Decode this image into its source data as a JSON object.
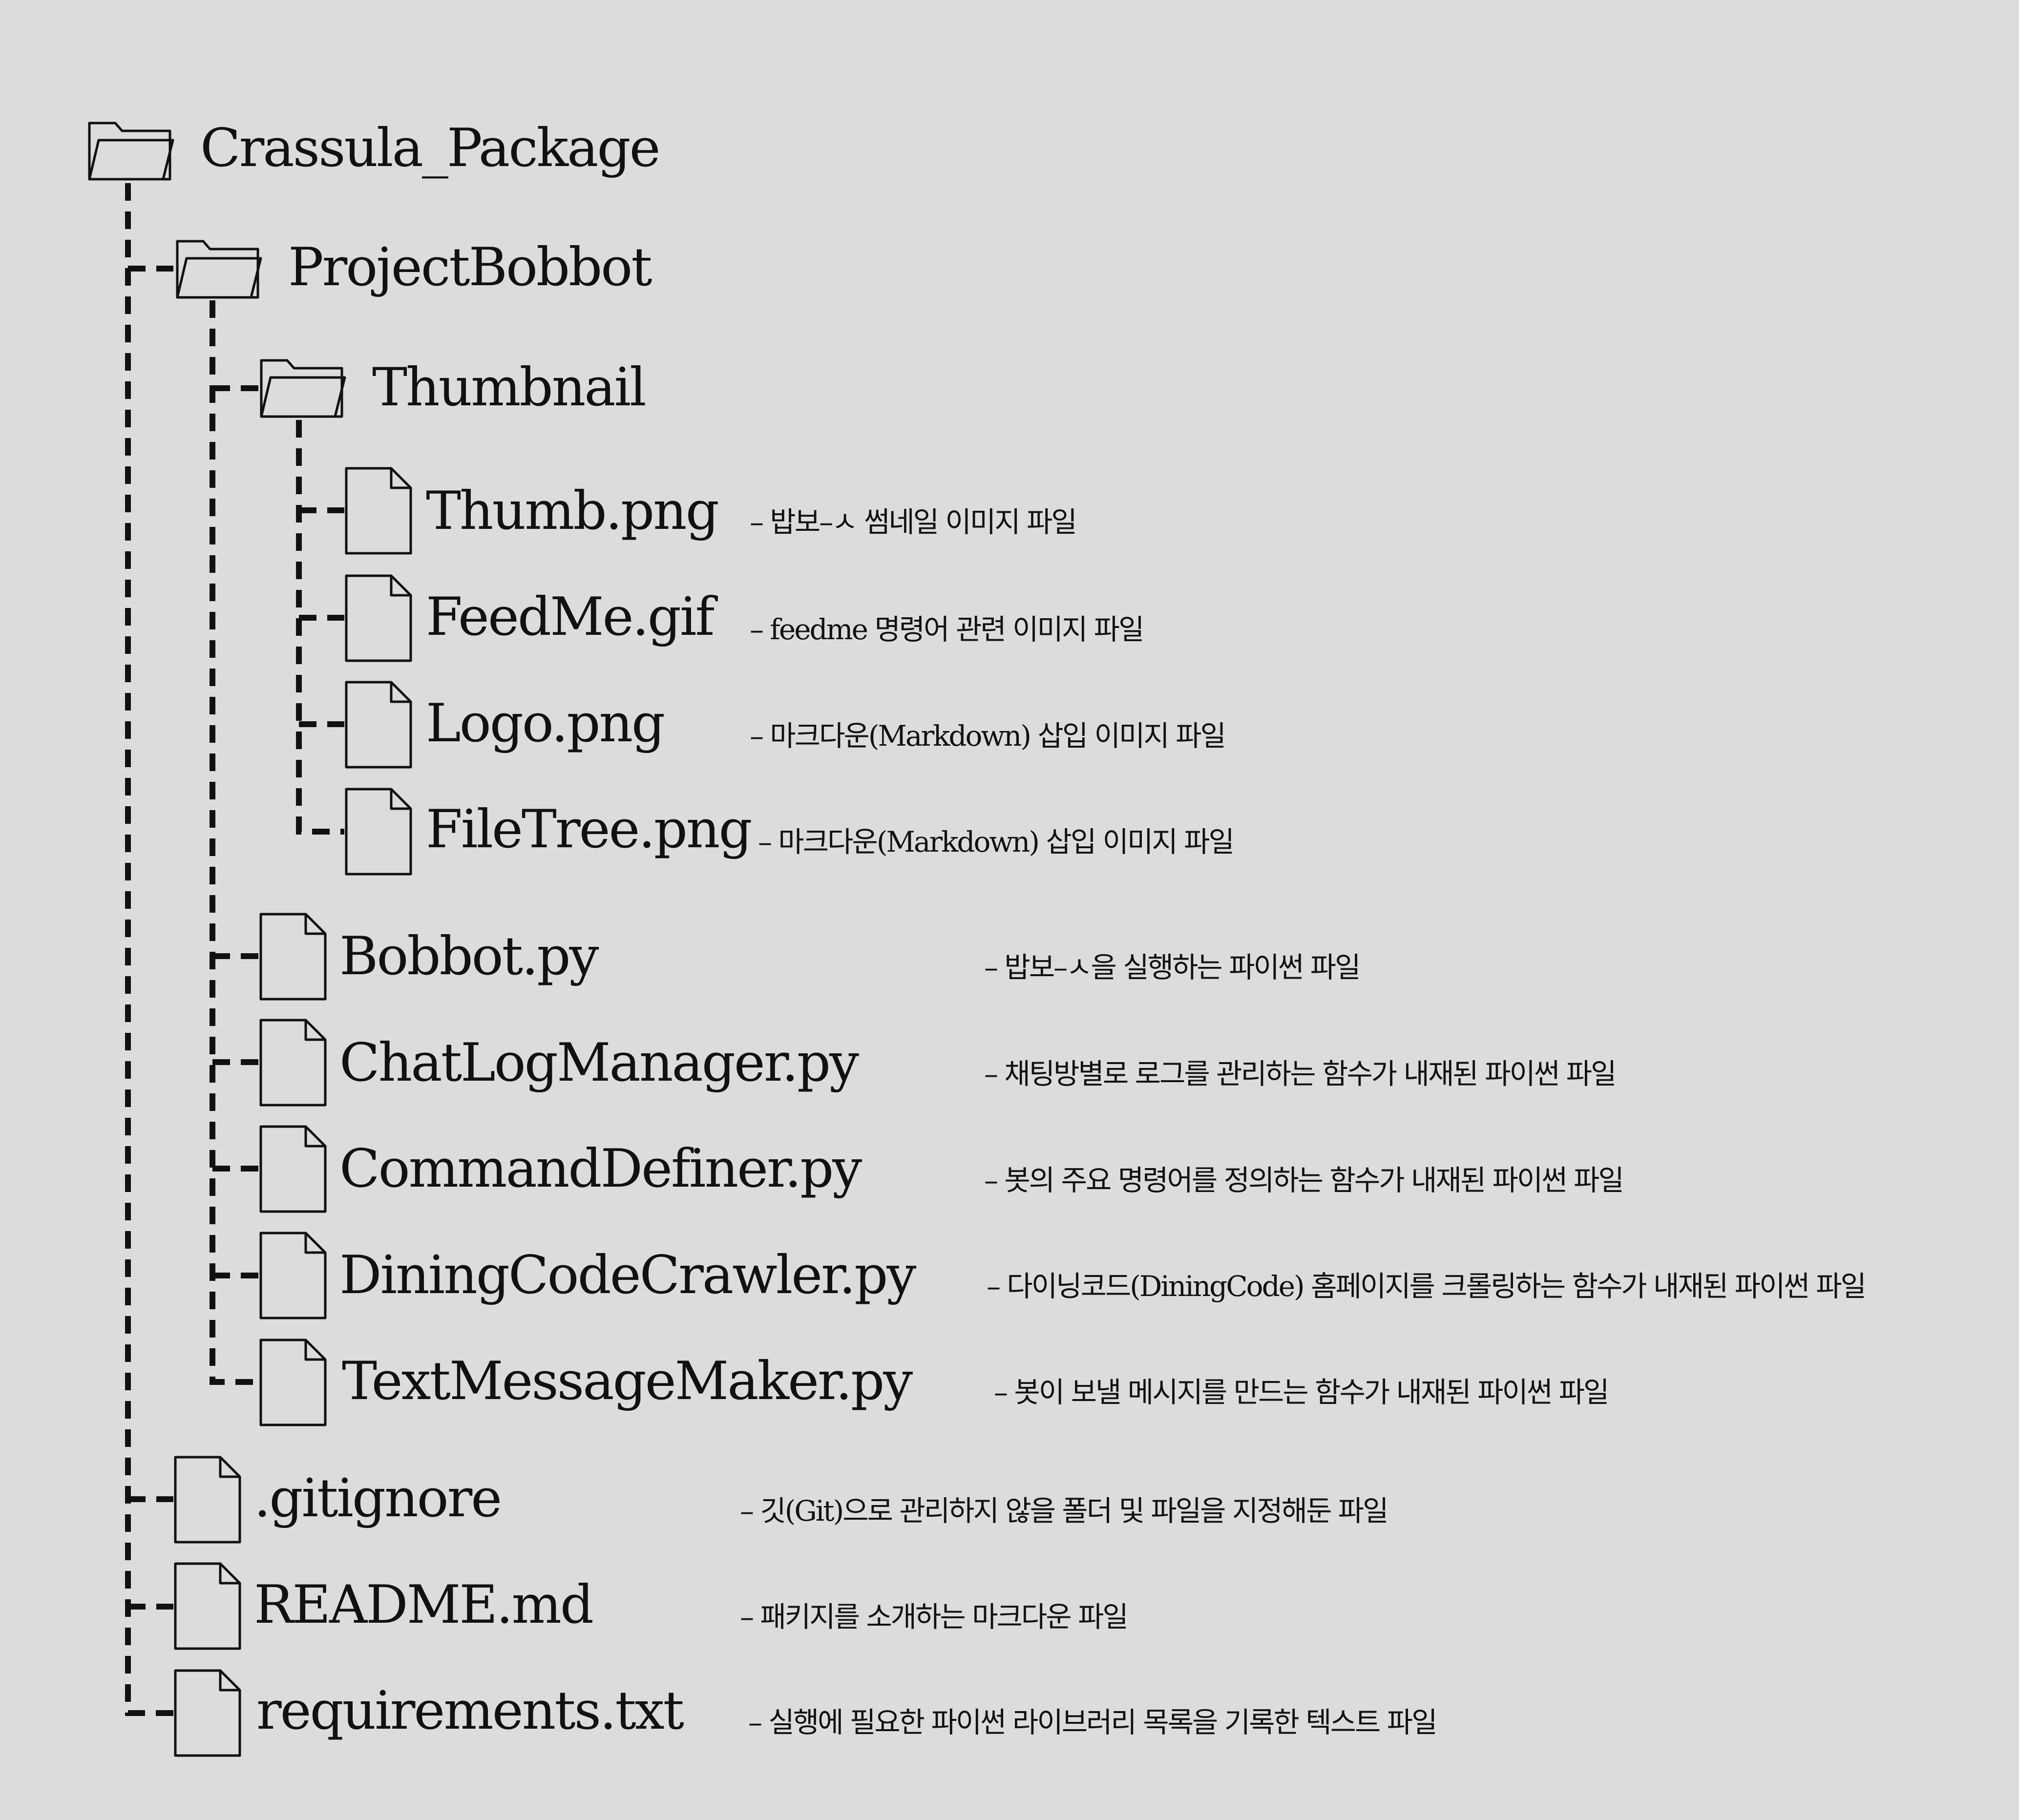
{
  "tree": {
    "root": {
      "name": "Crassula_Package"
    },
    "project": {
      "name": "ProjectBobbot"
    },
    "thumbnail": {
      "name": "Thumbnail"
    },
    "thumb_png": {
      "name": "Thumb.png",
      "desc": "– 밥보–ㅅ 썸네일 이미지 파일"
    },
    "feedme_gif": {
      "name": "FeedMe.gif",
      "desc": "– feedme 명령어 관련 이미지 파일"
    },
    "logo_png": {
      "name": "Logo.png",
      "desc": "– 마크다운(Markdown) 삽입 이미지 파일"
    },
    "filetree_png": {
      "name": "FileTree.png",
      "desc": "– 마크다운(Markdown) 삽입 이미지 파일"
    },
    "bobbot_py": {
      "name": "Bobbot.py",
      "desc": "– 밥보–ㅅ을 실행하는 파이썬 파일"
    },
    "chatlog_py": {
      "name": "ChatLogManager.py",
      "desc": "– 채팅방별로 로그를 관리하는 함수가 내재된 파이썬 파일"
    },
    "command_py": {
      "name": "CommandDefiner.py",
      "desc": "– 봇의 주요 명령어를 정의하는 함수가 내재된 파이썬 파일"
    },
    "dining_py": {
      "name": "DiningCodeCrawler.py",
      "desc": "– 다이닝코드(DiningCode) 홈페이지를 크롤링하는 함수가 내재된 파이썬 파일"
    },
    "textmsg_py": {
      "name": "TextMessageMaker.py",
      "desc": "– 봇이 보낼 메시지를 만드는 함수가 내재된 파이썬 파일"
    },
    "gitignore": {
      "name": ".gitignore",
      "desc": "– 깃(Git)으로 관리하지 않을 폴더 및 파일을 지정해둔 파일"
    },
    "readme": {
      "name": "README.md",
      "desc": "– 패키지를 소개하는 마크다운 파일"
    },
    "requirements": {
      "name": "requirements.txt",
      "desc": "– 실행에 필요한 파이썬 라이브러리 목록을 기록한 텍스트 파일"
    }
  },
  "colors": {
    "background": "#dcdcdc",
    "line": "#111111"
  }
}
